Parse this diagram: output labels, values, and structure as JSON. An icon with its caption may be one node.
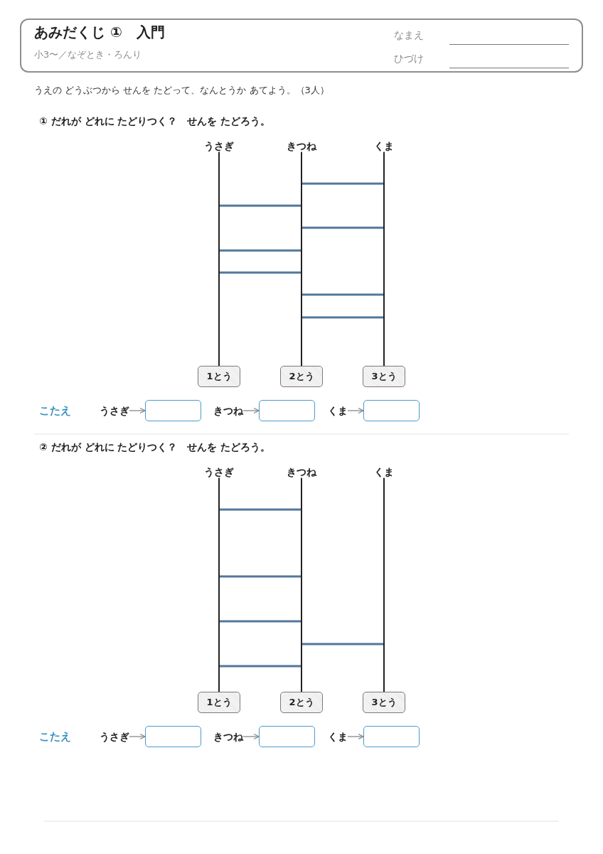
{
  "diagram": {
    "nodes": [
      {
        "text": [
          "あみだくじ ①　入門",
          "小3〜／なぞとき・ろんり",
          "なまえ",
          "ひづけ"
        ]
      },
      {
        "text": [
          "うさぎ"
        ]
      },
      {
        "text": [
          "きつね"
        ]
      },
      {
        "text": [
          "くま"
        ]
      },
      {
        "text": [
          "1とう"
        ]
      },
      {
        "text": [
          "2とう"
        ]
      },
      {
        "text": [
          "3とう"
        ]
      },
      {
        "text": [
          "うさぎ"
        ]
      },
      {
        "text": [],
        "shape": "box"
      },
      {
        "text": [
          "きつね"
        ]
      },
      {
        "text": [],
        "shape": "box"
      },
      {
        "text": [
          "くま"
        ]
      },
      {
        "text": [],
        "shape": "box"
      },
      {
        "text": [
          "うさぎ"
        ]
      },
      {
        "text": [
          "きつね"
        ]
      },
      {
        "text": [
          "くま"
        ]
      },
      {
        "text": [
          "1とう"
        ]
      },
      {
        "text": [
          "2とう"
        ]
      },
      {
        "text": [
          "3とう"
        ]
      },
      {
        "text": [
          "うさぎ"
        ]
      },
      {
        "text": [],
        "shape": "box"
      },
      {
        "text": [
          "きつね"
        ]
      },
      {
        "text": [],
        "shape": "box"
      },
      {
        "text": [
          "くま"
        ]
      },
      {
        "text": [],
        "shape": "box"
      }
    ],
    "edges": [
      {
        "from": 1,
        "to": 4,
        "arrow": "none"
      },
      {
        "from": 2,
        "to": 5,
        "arrow": "none"
      },
      {
        "from": 3,
        "to": 6,
        "arrow": "none"
      },
      {
        "from": 7,
        "to": 8,
        "arrow": "to",
        "color": "#888888"
      },
      {
        "from": 9,
        "to": 10,
        "arrow": "to",
        "color": "#888888"
      },
      {
        "from": 11,
        "to": 12,
        "arrow": "to",
        "color": "#888888"
      },
      {
        "from": 13,
        "to": 16,
        "arrow": "none"
      },
      {
        "from": 14,
        "to": 17,
        "arrow": "none"
      },
      {
        "from": 15,
        "to": 18,
        "arrow": "none"
      },
      {
        "from": 19,
        "to": 20,
        "arrow": "to",
        "color": "#888888"
      },
      {
        "from": 21,
        "to": 22,
        "arrow": "to",
        "color": "#888888"
      },
      {
        "from": 23,
        "to": 24,
        "arrow": "to",
        "color": "#888888"
      }
    ],
    "labels": [
      "うえの どうぶつから せんを たどって、なんとうか あてよう。（3人）",
      "① だれが どれに たどりつく？　せんを たどろう。",
      "こたえ",
      "② だれが どれに たどりつく？　せんを たどろう。",
      "こたえ"
    ]
  }
}
